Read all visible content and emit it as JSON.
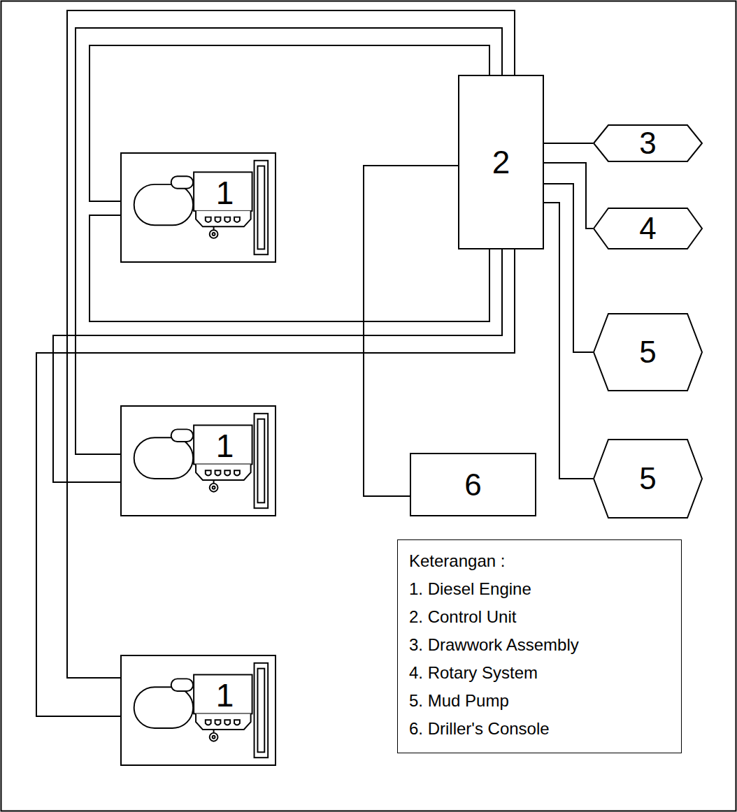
{
  "diagram": {
    "nodes": [
      {
        "text": [
          "1"
        ]
      },
      {
        "text": [
          "2"
        ]
      },
      {
        "text": [
          "3"
        ]
      },
      {
        "text": [
          "4"
        ]
      },
      {
        "text": [
          "5"
        ]
      },
      {
        "text": [
          "1"
        ]
      },
      {
        "text": [
          "6"
        ]
      },
      {
        "text": [
          "5"
        ]
      },
      {
        "text": [
          "Keterangan :",
          "1. Diesel Engine",
          "2. Control Unit",
          "3. Drawwork Assembly",
          "4. Rotary System",
          "5. Mud Pump",
          "6. Driller's Console"
        ]
      },
      {
        "text": [
          "1"
        ]
      }
    ],
    "edges": [
      {
        "from": 0,
        "to": 1,
        "arrow": "none"
      },
      {
        "from": 0,
        "to": 1,
        "arrow": "none"
      },
      {
        "from": 5,
        "to": 1,
        "arrow": "none"
      },
      {
        "from": 5,
        "to": 1,
        "arrow": "none"
      },
      {
        "from": 9,
        "to": 1,
        "arrow": "none"
      },
      {
        "from": 9,
        "to": 1,
        "arrow": "none"
      },
      {
        "from": 1,
        "to": 2,
        "arrow": "none"
      },
      {
        "from": 1,
        "to": 3,
        "arrow": "none"
      },
      {
        "from": 1,
        "to": 4,
        "arrow": "none"
      },
      {
        "from": 1,
        "to": 7,
        "arrow": "none"
      },
      {
        "from": 1,
        "to": 6,
        "arrow": "none"
      }
    ]
  }
}
